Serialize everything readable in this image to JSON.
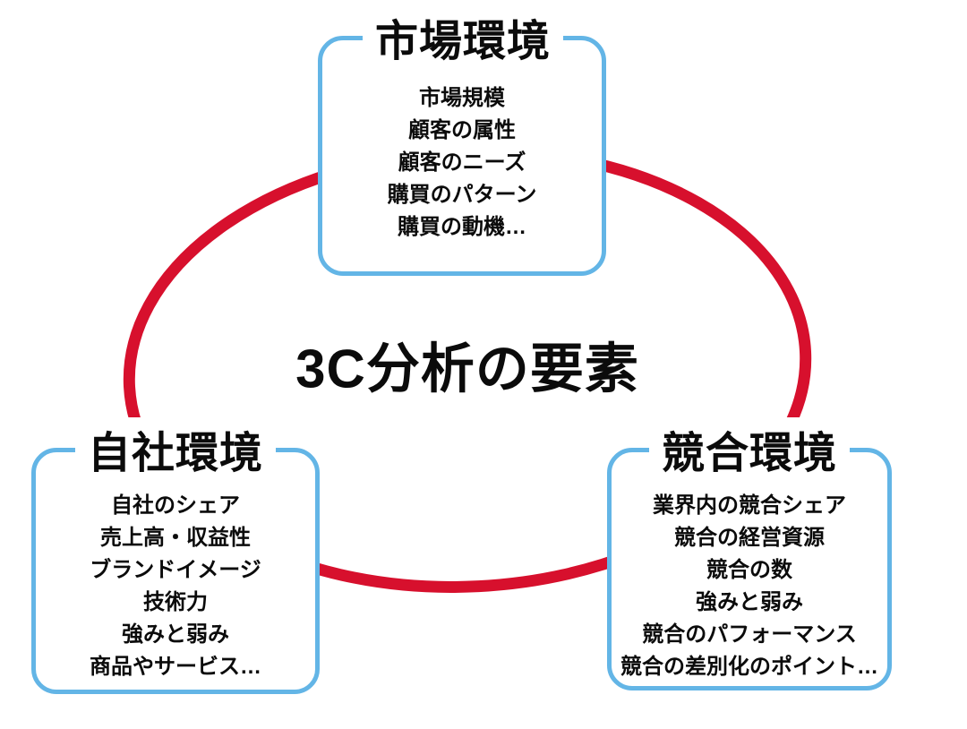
{
  "diagram": {
    "center_title": "3C分析の要素",
    "colors": {
      "accent_red": "#d7102d",
      "border_blue": "#63b5e6",
      "text_black": "#0b0b0b",
      "background": "#ffffff"
    },
    "boxes": {
      "market": {
        "title": "市場環境",
        "items": [
          "市場規模",
          "顧客の属性",
          "顧客のニーズ",
          "購買のパターン",
          "購買の動機…"
        ]
      },
      "company": {
        "title": "自社環境",
        "items": [
          "自社のシェア",
          "売上高・収益性",
          "ブランドイメージ",
          "技術力",
          "強みと弱み",
          "商品やサービス…"
        ]
      },
      "competitor": {
        "title": "競合環境",
        "items": [
          "業界内の競合シェア",
          "競合の経営資源",
          "競合の数",
          "強みと弱み",
          "競合のパフォーマンス",
          "競合の差別化のポイント…"
        ]
      }
    }
  }
}
